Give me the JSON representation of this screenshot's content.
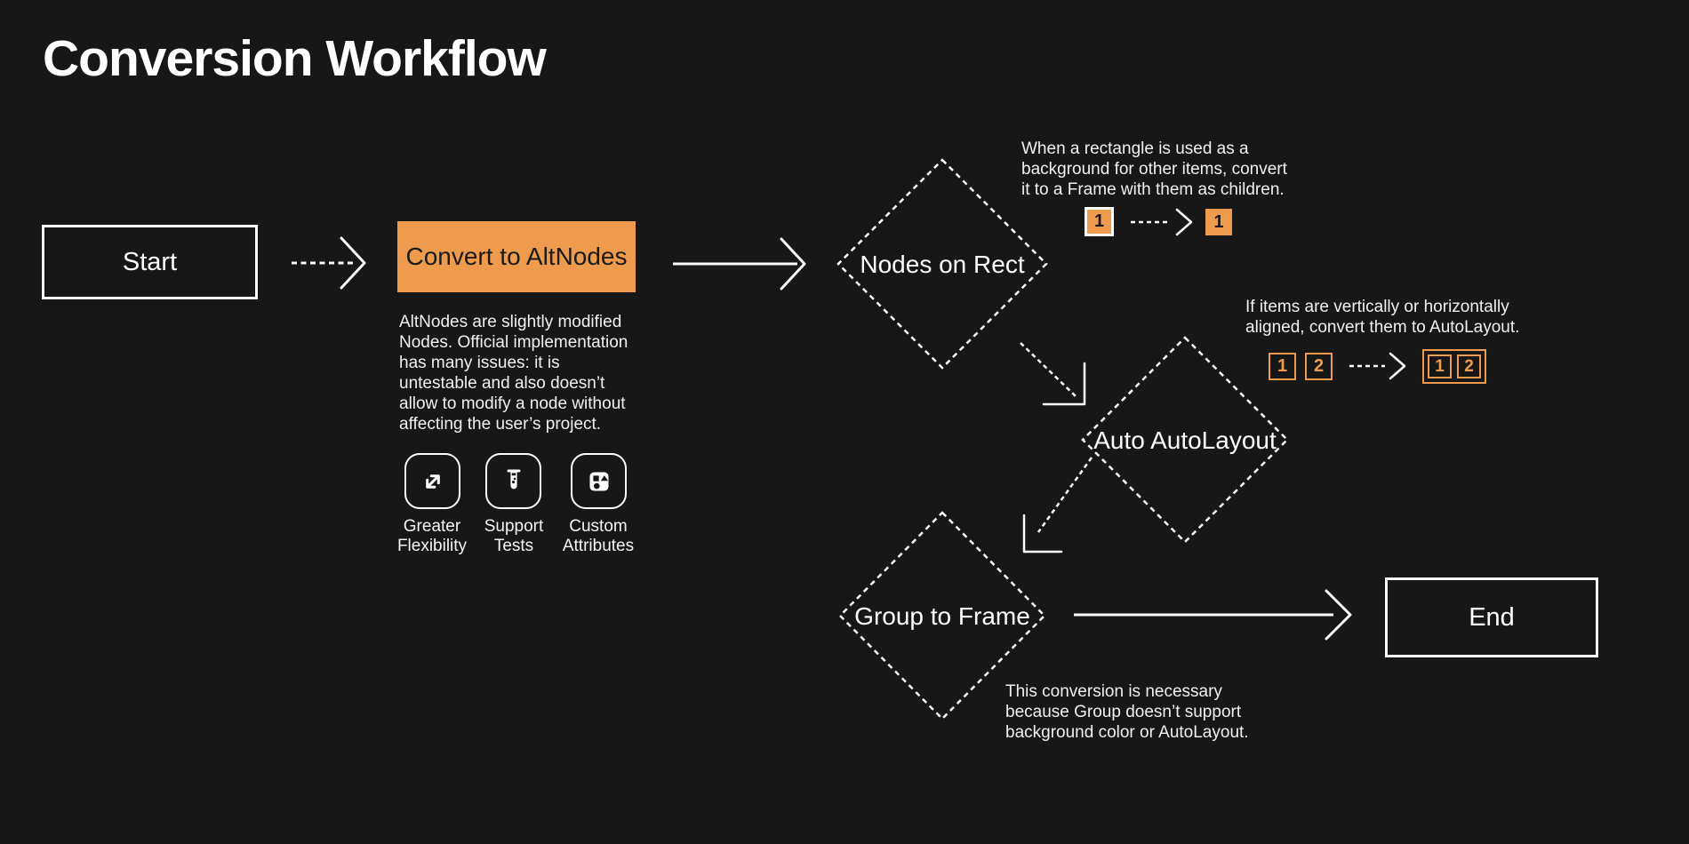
{
  "title": "Conversion Workflow",
  "colors": {
    "background": "#171717",
    "accent_orange": "#EE9B4D",
    "stroke_white": "#FFFFFF",
    "dark_text": "#1B1B1B"
  },
  "flow": {
    "start": {
      "label": "Start"
    },
    "convert": {
      "label": "Convert to AltNodes",
      "description": "AltNodes are slightly modified\nNodes. Official implementation\nhas many issues: it is\nuntestable and also doesn’t\nallow to modify a node without\naffecting the user’s project.",
      "features": [
        {
          "icon": "expand-icon",
          "label": "Greater\nFlexibility"
        },
        {
          "icon": "test-tube-icon",
          "label": "Support\nTests"
        },
        {
          "icon": "shapes-icon",
          "label": "Custom\nAttributes"
        }
      ]
    },
    "nodes_on_rect": {
      "label": "Nodes on Rect",
      "note": "When a rectangle is used as a\nbackground for other items, convert\nit to a Frame with them as children.",
      "before": [
        "1"
      ],
      "after": [
        "1"
      ]
    },
    "auto_autolayout": {
      "label": "Auto AutoLayout",
      "note": "If items are vertically or horizontally\naligned, convert them to AutoLayout.",
      "before": [
        "1",
        "2"
      ],
      "after": [
        "1",
        "2"
      ]
    },
    "group_to_frame": {
      "label": "Group to Frame",
      "note": "This conversion is necessary\nbecause Group doesn’t support\nbackground color or AutoLayout."
    },
    "end": {
      "label": "End"
    }
  }
}
